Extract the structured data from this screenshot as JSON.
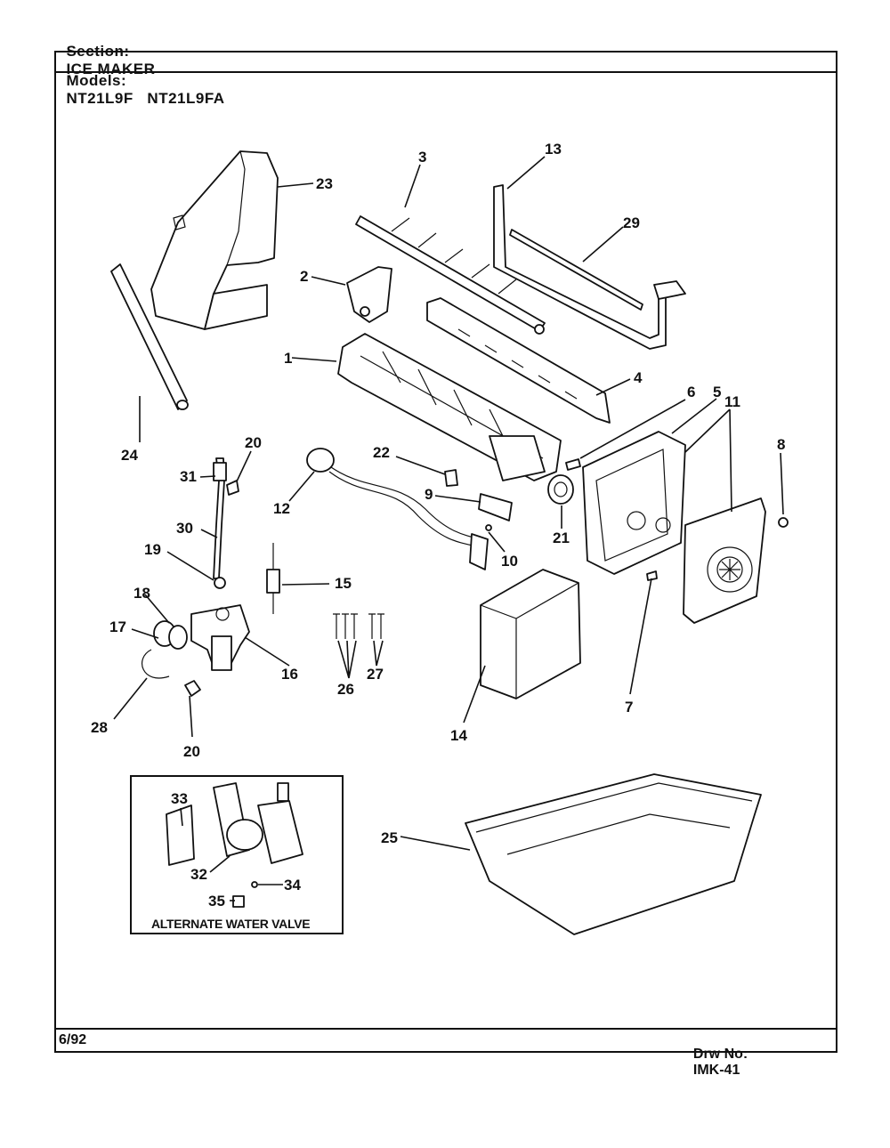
{
  "header": {
    "section_label": "Section:",
    "section_value": "ICE MAKER",
    "models_label": "Models:",
    "models_value": "NT21L9F   NT21L9FA"
  },
  "footer": {
    "date": "6/92",
    "drawing_number_label": "Drw No:",
    "drawing_number_value": "IMK-41"
  },
  "inset": {
    "caption": "ALTERNATE WATER VALVE"
  },
  "callouts": [
    "1",
    "2",
    "3",
    "4",
    "5",
    "6",
    "7",
    "8",
    "9",
    "10",
    "11",
    "12",
    "13",
    "14",
    "15",
    "16",
    "17",
    "18",
    "19",
    "20",
    "20",
    "21",
    "22",
    "23",
    "24",
    "25",
    "26",
    "27",
    "28",
    "29",
    "30",
    "31",
    "32",
    "33",
    "34",
    "35"
  ]
}
